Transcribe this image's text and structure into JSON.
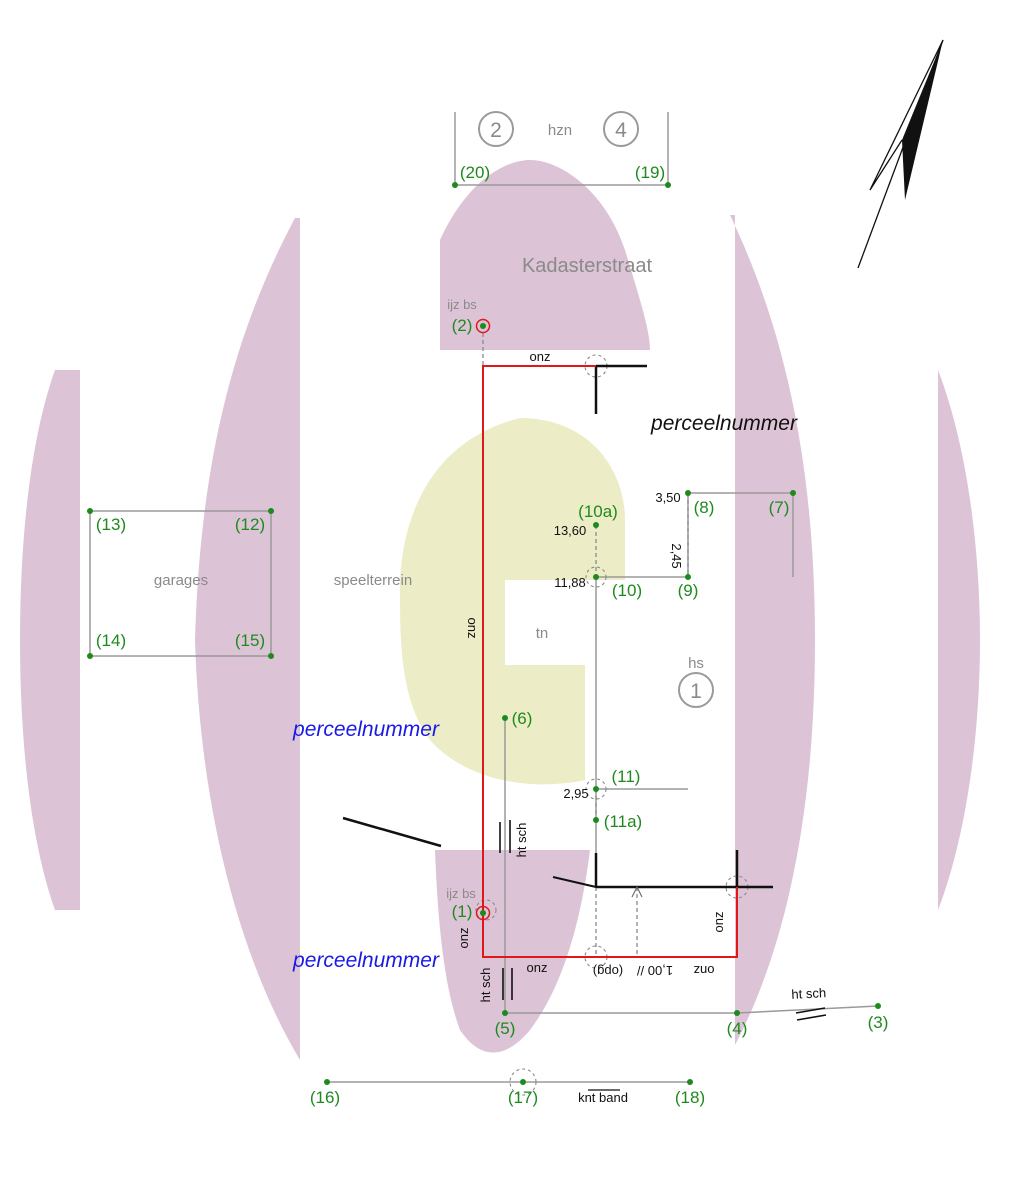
{
  "colors": {
    "boundary": "#e0181c",
    "point": "#1e8a1e",
    "blue_label": "#1a1ae6",
    "grey_line": "#9a9a9a",
    "watermark_pink": "#dcc4d6",
    "watermark_yellow": "#ecedc6"
  },
  "icons": {
    "north_arrow": "north-arrow-icon"
  },
  "labels": {
    "street": "Kadasterstraat",
    "hzn": "hzn",
    "house_2": "2",
    "house_4": "4",
    "hs": "hs",
    "house_1": "1",
    "garages": "garages",
    "speelterrein": "speelterrein",
    "tn": "tn",
    "ijz_bs_top": "ijz bs",
    "ijz_bs_bottom": "ijz bs",
    "parcel_black": "perceelnummer",
    "parcel_blue_1": "perceelnummer",
    "parcel_blue_2": "perceelnummer",
    "onz_top": "onz",
    "onz_left": "onz",
    "onz_bottom_left_v": "onz",
    "onz_bottom": "onz",
    "onz_bottom_right": "onz",
    "onz_right_v": "onz",
    "ht_sch_vertical": "ht sch",
    "ht_sch_lower": "ht sch",
    "ht_sch_right": "ht sch",
    "knt_band": "knt band",
    "opg": "(opg)",
    "offset_100": "1,00 //"
  },
  "measurements": {
    "m_350": "3,50",
    "m_1360": "13,60",
    "m_1188": "11,88",
    "m_245": "2,45",
    "m_295": "2,95"
  },
  "points": {
    "p1": "(1)",
    "p2": "(2)",
    "p3": "(3)",
    "p4": "(4)",
    "p5": "(5)",
    "p6": "(6)",
    "p7": "(7)",
    "p8": "(8)",
    "p9": "(9)",
    "p10": "(10)",
    "p10a": "(10a)",
    "p11": "(11)",
    "p11a": "(11a)",
    "p12": "(12)",
    "p13": "(13)",
    "p14": "(14)",
    "p15": "(15)",
    "p16": "(16)",
    "p17": "(17)",
    "p18": "(18)",
    "p19": "(19)",
    "p20": "(20)"
  }
}
